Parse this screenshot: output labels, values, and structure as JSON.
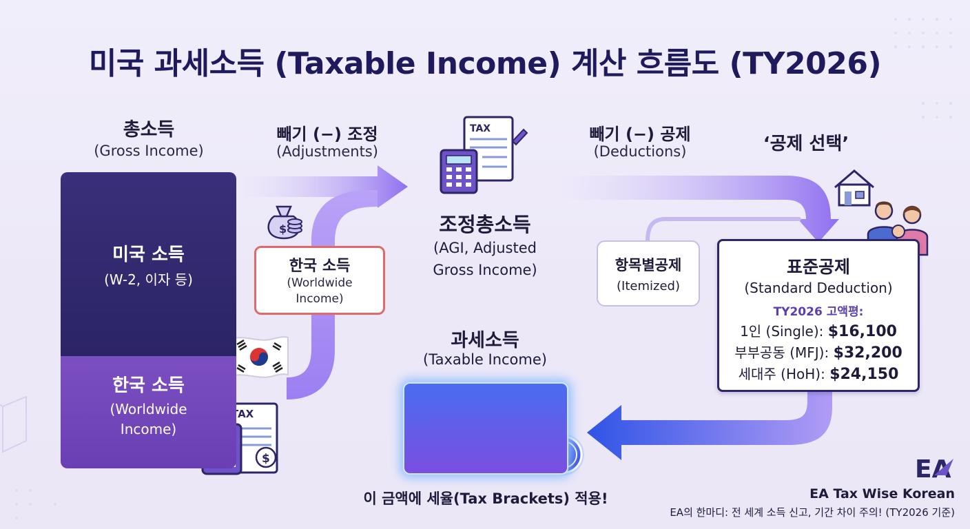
{
  "title": "미국 과세소득 (Taxable Income) 계산 흐름도 (TY2026)",
  "gross_income": {
    "title": "총소득",
    "subtitle": "(Gross Income)",
    "us_income": {
      "title": "미국 소득",
      "subtitle": "(W-2, 이자 등)"
    },
    "kr_income": {
      "title": "한국 소득",
      "subtitle_line1": "(Worldwide",
      "subtitle_line2": "Income)"
    }
  },
  "adjustments": {
    "title": "빼기 (−) 조정",
    "subtitle": "(Adjustments)"
  },
  "korean_income_callout": {
    "title": "한국 소득",
    "subtitle_line1": "(Worldwide",
    "subtitle_line2": "Income)"
  },
  "agi": {
    "title": "조정총소득",
    "subtitle_line1": "(AGI, Adjusted",
    "subtitle_line2": "Gross Income)"
  },
  "deductions": {
    "title": "빼기 (−) 공제",
    "subtitle": "(Deductions)"
  },
  "deduction_choice": {
    "label": "‘공제 선택’"
  },
  "itemized": {
    "title": "항목별공제",
    "subtitle": "(Itemized)"
  },
  "standard_deduction": {
    "title": "표준공제",
    "subtitle": "(Standard Deduction)",
    "heading": "TY2026 고액평:",
    "rows": [
      {
        "label": "1인 (Single): ",
        "amount": "$16,100"
      },
      {
        "label": "부부공동 (MFJ): ",
        "amount": "$32,200"
      },
      {
        "label": "세대주 (HoH): ",
        "amount": "$24,150"
      }
    ]
  },
  "taxable_income": {
    "title": "과세소득",
    "subtitle": "(Taxable Income)",
    "note": "이 금액에 세율(Tax Brackets) 적용!"
  },
  "icons": {
    "tax_doc_label": "TAX",
    "money_bag": "money-bag-icon",
    "flag": "korea-flag-icon",
    "house": "house-icon",
    "family": "family-icon",
    "dollar_coin": "dollar-coin-icon",
    "dollar_symbol": "$"
  },
  "footer": {
    "logo": "EA",
    "brand": "EA Tax Wise Korean",
    "tip": "EA의 한마디: 전 세계 소득 신고, 기간 차이 주의! (TY2026 기준)"
  },
  "colors": {
    "title": "#1f1a5c",
    "us_income_block": "#2b2466",
    "kr_income_block": "#6a3fb4",
    "arrow_purple": "#9a7ef0",
    "arrow_blue": "#3a5ae8",
    "callout_border": "#e06a6a"
  }
}
